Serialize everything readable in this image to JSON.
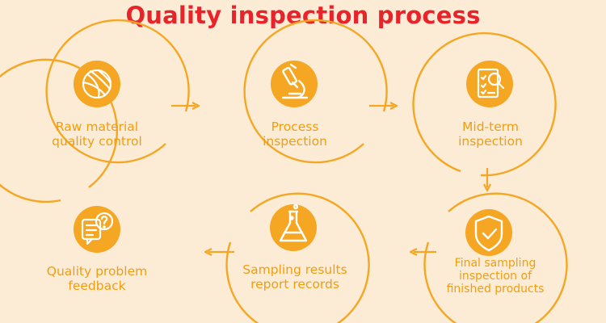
{
  "title": "Quality inspection process",
  "colors": {
    "accent": "#f5a623",
    "title": "#e9232a",
    "background": "#fcecd6"
  },
  "steps": [
    {
      "icon": "yarn-ball-icon",
      "label_lines": [
        "Raw material",
        "quality control"
      ]
    },
    {
      "icon": "microscope-icon",
      "label_lines": [
        "Process",
        "inspection"
      ]
    },
    {
      "icon": "checklist-search-icon",
      "label_lines": [
        "Mid-term",
        "inspection"
      ]
    },
    {
      "icon": "shield-check-icon",
      "label_lines": [
        "Final sampling",
        "inspection of",
        "finished products"
      ]
    },
    {
      "icon": "flask-icon",
      "label_lines": [
        "Sampling results",
        "report records"
      ]
    },
    {
      "icon": "question-chat-icon",
      "label_lines": [
        "Quality problem",
        "feedback"
      ]
    }
  ]
}
